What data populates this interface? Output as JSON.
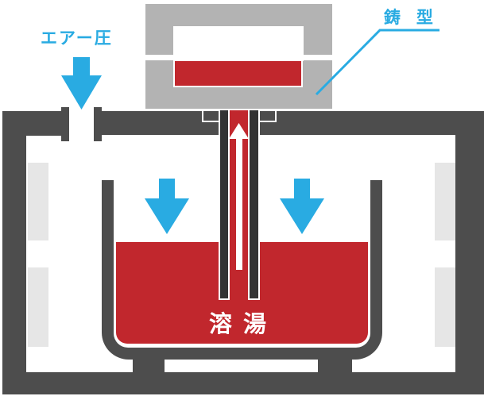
{
  "diagram": {
    "labels": {
      "air_pressure": "エアー圧",
      "mold": "鋳 型",
      "molten_metal": "溶 湯"
    },
    "colors": {
      "blue": "#29abe2",
      "red": "#c1272d",
      "dark": "#4d4d4d",
      "tube": "#333333",
      "mold_gray": "#b3b3b3",
      "heater_gray": "#e6e6e6",
      "white": "#ffffff"
    }
  }
}
